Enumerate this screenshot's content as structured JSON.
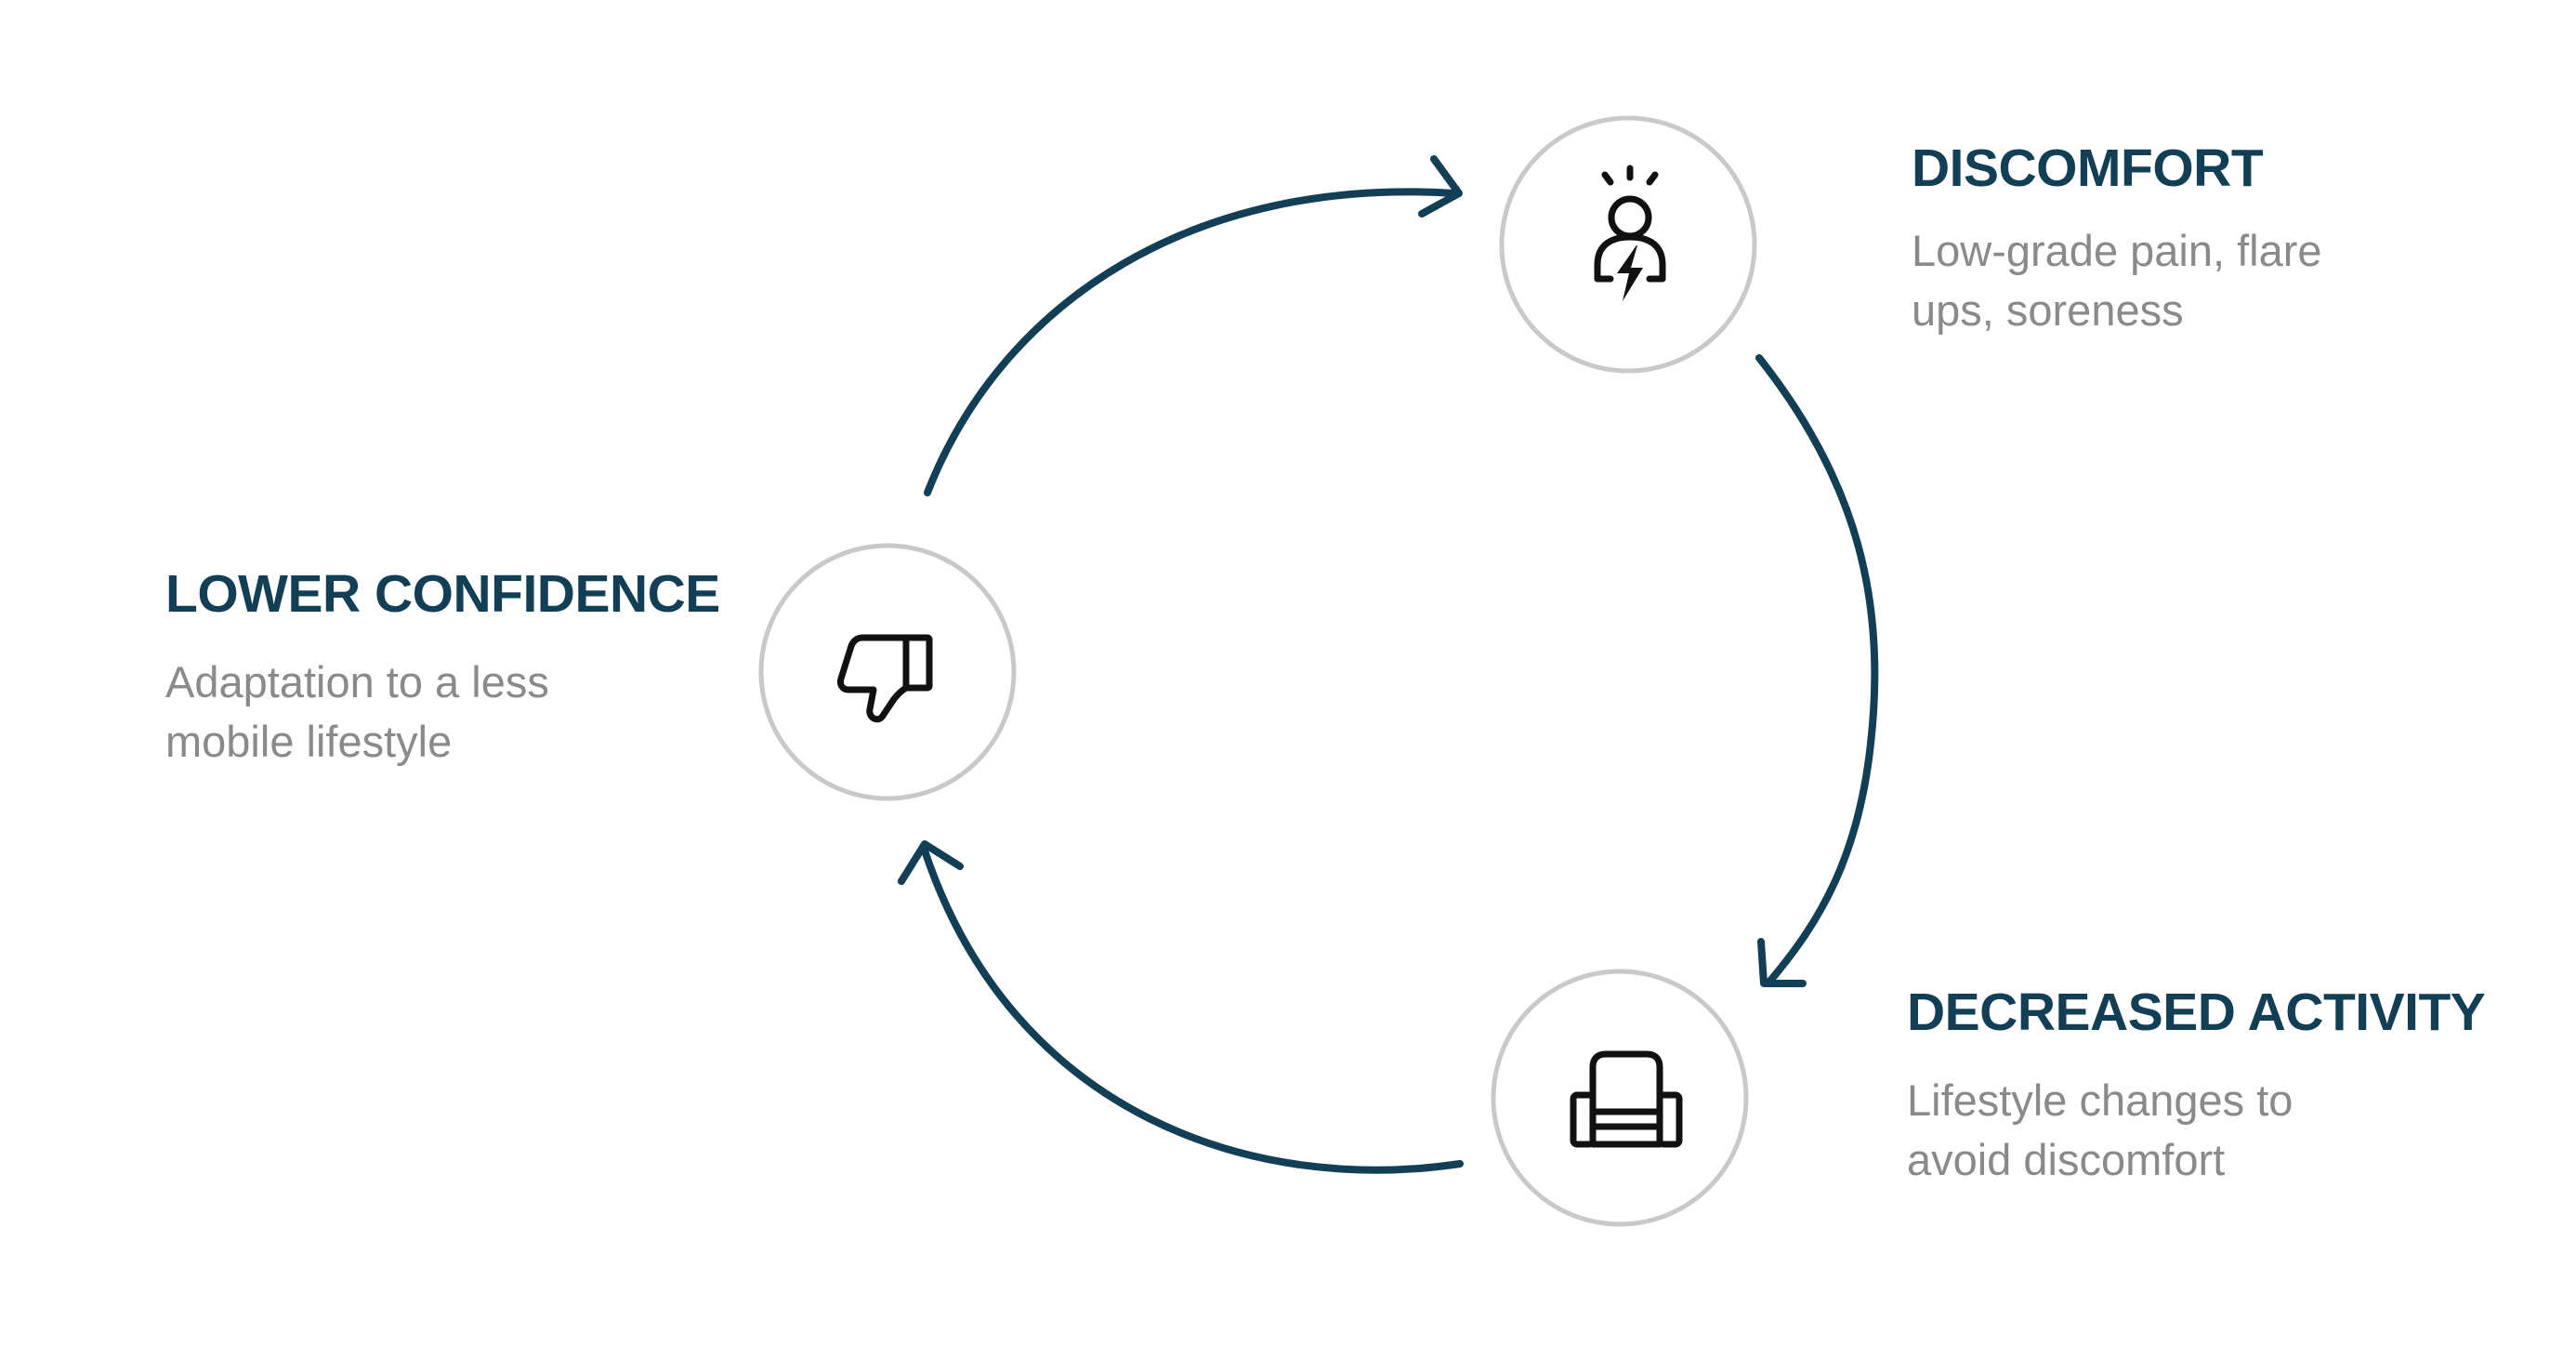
{
  "colors": {
    "accent": "#123f56",
    "description": "#8a8a8a",
    "circle_border": "#c9c9c9",
    "icon": "#111111"
  },
  "nodes": [
    {
      "id": "discomfort",
      "title": "DISCOMFORT",
      "description": "Low-grade pain, flare ups, soreness",
      "icon": "person-pain-icon"
    },
    {
      "id": "decreased-activity",
      "title": "DECREASED ACTIVITY",
      "description": "Lifestyle changes to avoid discomfort",
      "icon": "armchair-icon"
    },
    {
      "id": "lower-confidence",
      "title": "LOWER CONFIDENCE",
      "description": "Adaptation to a less mobile lifestyle",
      "icon": "thumbs-down-icon"
    }
  ],
  "cycle": [
    {
      "from": "lower-confidence",
      "to": "discomfort"
    },
    {
      "from": "discomfort",
      "to": "decreased-activity"
    },
    {
      "from": "decreased-activity",
      "to": "lower-confidence"
    }
  ]
}
